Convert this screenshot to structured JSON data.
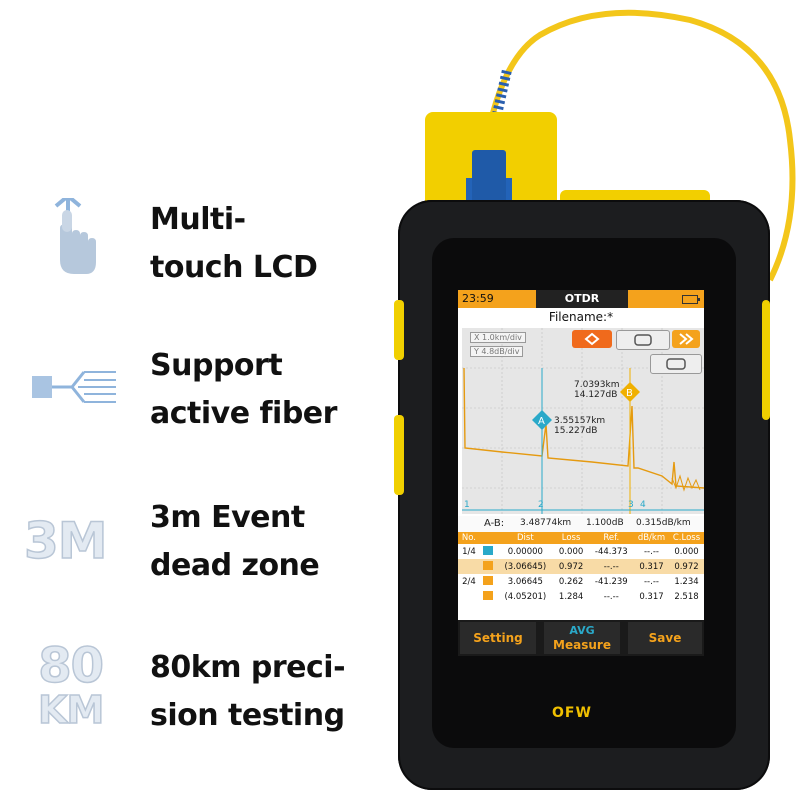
{
  "features": [
    {
      "icon": "touch-hand-icon",
      "line1": "Multi-",
      "line2": "touch LCD"
    },
    {
      "icon": "active-fiber-icon",
      "line1": "Support",
      "line2": "active fiber"
    },
    {
      "icon_text": "3M",
      "line1": "3m Event",
      "line2": "dead zone"
    },
    {
      "icon_text_top": "80",
      "icon_text_bottom": "KM",
      "line1": "80km preci-",
      "line2": "sion testing"
    }
  ],
  "screen": {
    "time": "23:59",
    "title": "OTDR",
    "filename": "Filename:*",
    "x_scale": "X   1.0km/div",
    "y_scale": "Y   4.8dB/div",
    "marker_a": {
      "label": "A",
      "dist": "3.55157km",
      "loss": "15.227dB"
    },
    "marker_b": {
      "label": "B",
      "dist": "7.0393km",
      "loss": "14.127dB"
    },
    "axis_ticks": [
      "1",
      "2",
      "3",
      "4"
    ],
    "ab": {
      "label": "A-B:",
      "dist": "3.48774km",
      "loss": "1.100dB",
      "rate": "0.315dB/km"
    },
    "columns": [
      "No.",
      "Dist",
      "Loss",
      "Ref.",
      "dB/km",
      "C.Loss"
    ],
    "rows": [
      [
        "1/4",
        "",
        "0.00000",
        "0.000",
        "-44.373",
        "--.--",
        "0.000"
      ],
      [
        "",
        "",
        "(3.06645)",
        "0.972",
        "--.--",
        "0.317",
        "0.972"
      ],
      [
        "2/4",
        "",
        "3.06645",
        "0.262",
        "-41.239",
        "--.--",
        "1.234"
      ],
      [
        "",
        "",
        "(4.05201)",
        "1.284",
        "--.--",
        "0.317",
        "2.518"
      ]
    ],
    "buttons": {
      "setting": "Setting",
      "avg": "AVG",
      "measure": "Measure",
      "save": "Save"
    }
  },
  "logo": "OFW",
  "colors": {
    "accent": "#f4a21c",
    "device_yellow": "#f2d000",
    "trace": "#e59a10",
    "marker_a": "#2aa9c9",
    "marker_b": "#f0b000"
  }
}
